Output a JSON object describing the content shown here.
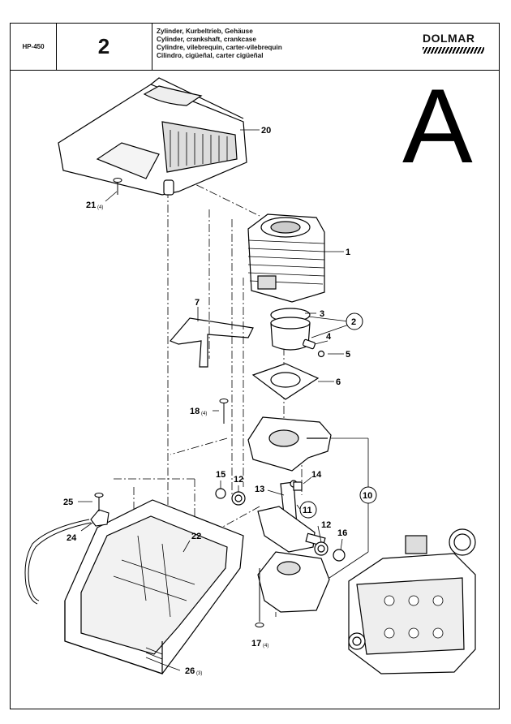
{
  "header": {
    "model": "HP-450",
    "group_number": "2",
    "titles": [
      "Zylinder, Kurbeltrieb, Gehäuse",
      "Cylinder, crankshaft, crankcase",
      "Cylindre, vilebrequin, carter-vilebrequin",
      "Cilindro, cigüeñal, carter cigüeñal"
    ],
    "brand": "DOLMAR"
  },
  "section_letter": "A",
  "callouts": {
    "p1": "1",
    "p2": "2",
    "p3": "3",
    "p4": "4",
    "p5": "5",
    "p6": "6",
    "p7": "7",
    "p10": "10",
    "p11": "11",
    "p12a": "12",
    "p12b": "12",
    "p13": "13",
    "p14": "14",
    "p15": "15",
    "p16": "16",
    "p17": "17",
    "p17q": "(4)",
    "p18": "18",
    "p18q": "(4)",
    "p20": "20",
    "p21": "21",
    "p21q": "(4)",
    "p22": "22",
    "p24": "24",
    "p25": "25",
    "p26": "26",
    "p26q": "(3)"
  }
}
